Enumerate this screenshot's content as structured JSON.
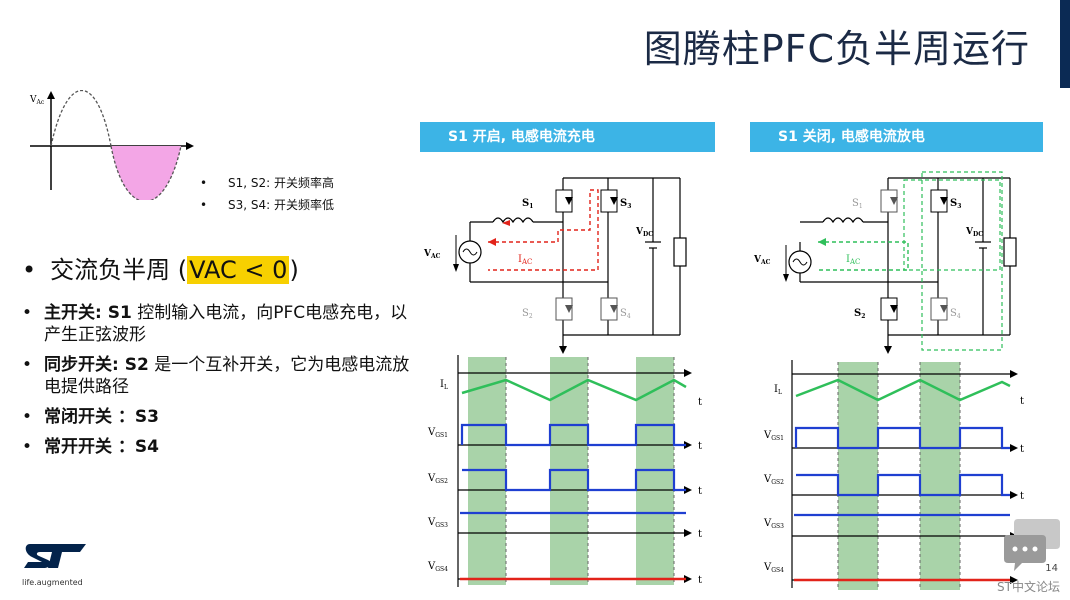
{
  "title": "图腾柱PFC负半周运行",
  "sine": {
    "label_v": "V",
    "label_sub": "Ac"
  },
  "small_bullets": [
    {
      "text": "S1, S2: 开关频率高"
    },
    {
      "text": "S3, S4: 开关频率低"
    }
  ],
  "main_bullet": {
    "prefix": "交流负半周 (",
    "highlight": "VAC < 0",
    "suffix": ")"
  },
  "list": [
    {
      "bold": "主开关: S1",
      "rest": " 控制输入电流，向PFC电感充电，以产生正弦波形"
    },
    {
      "bold": "同步开关: S2",
      "rest": " 是一个互补开关，它为电感电流放电提供路径"
    },
    {
      "bold": "常闭开关 ：S3",
      "rest": ""
    },
    {
      "bold": "常开开关 ：S4",
      "rest": ""
    }
  ],
  "panels": [
    {
      "header": "S1 开启, 电感电流充电"
    },
    {
      "header": "S1 关闭, 电感电流放电"
    }
  ],
  "circuit_labels": {
    "s1": "S",
    "s1_sub": "1",
    "s2": "S",
    "s2_sub": "2",
    "s3": "S",
    "s3_sub": "3",
    "s4": "S",
    "s4_sub": "4",
    "vac": "V",
    "vac_sub": "AC",
    "vdc": "V",
    "vdc_sub": "DC",
    "iac": "I",
    "iac_sub": "AC"
  },
  "waveform_labels": {
    "il": "I",
    "il_sub": "L",
    "vgs1": "V",
    "vgs1_sub": "GS1",
    "vgs2": "V",
    "vgs2_sub": "GS2",
    "vgs3": "V",
    "vgs3_sub": "GS3",
    "vgs4": "V",
    "vgs4_sub": "GS4",
    "t": "t"
  },
  "logo_tagline": "life.augmented",
  "page_number": "14",
  "watermark": "ST中文论坛",
  "colors": {
    "accent": "#3cb4e6",
    "highlight": "#f7d000",
    "pink": "#f3a6e6",
    "green_band": "#a9d3a9",
    "blue": "#1f3fd1",
    "red": "#e2231a",
    "green": "#2fbf5a"
  }
}
